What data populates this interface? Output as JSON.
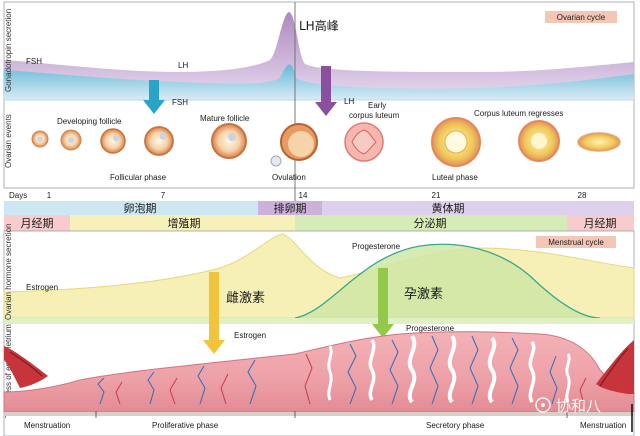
{
  "top_panel": {
    "badge": "Ovarian cycle",
    "y_axis_hormones": "Gonadotropin secretion",
    "y_axis_events": "Ovarian events",
    "fsh_left": "FSH",
    "lh_left": "LH",
    "lh_peak": "LH高峰",
    "fsh_arrow": "FSH",
    "lh_arrow": "LH",
    "developing_follicle": "Developing follicle",
    "mature_follicle": "Mature follicle",
    "early_corpus_luteum_1": "Early",
    "early_corpus_luteum_2": "corpus luteum",
    "corpus_luteum_regresses": "Corpus luteum regresses",
    "follicular_phase": "Follicular phase",
    "ovulation": "Ovulation",
    "luteal_phase": "Luteal phase"
  },
  "days": {
    "label": "Days",
    "ticks": [
      "1",
      "7",
      "14",
      "21",
      "28"
    ]
  },
  "phase_bands": {
    "follicular": "卵泡期",
    "ovulatory": "排卵期",
    "luteal": "黄体期",
    "menstrual_left": "月经期",
    "proliferative": "增殖期",
    "secretory": "分泌期",
    "menstrual_right": "月经期"
  },
  "bottom_panel": {
    "badge": "Menstrual cycle",
    "y_axis_hormones": "Ovarian hormone secretion",
    "y_axis_endometrium": "Thickness of endometrium",
    "estrogen_left": "Estrogen",
    "progesterone_curve": "Progesterone",
    "estrogen_cn": "雌激素",
    "progesterone_cn": "孕激素",
    "estrogen_arrow": "Estrogen",
    "progesterone_arrow": "Progesterone",
    "menstruation_left": "Menstruation",
    "proliferative_phase": "Proliferative phase",
    "secretory_phase": "Secretory phase",
    "menstruation_right": "Menstruation"
  },
  "watermark": "协和八",
  "colors": {
    "lh": "#b088c0",
    "fsh": "#6fc4dc",
    "estrogen_band": "#f6efb6",
    "progesterone_band": "#cfe6a6",
    "tissue": "#f1a5ab",
    "badge": "#f3c6b6",
    "band_blue": "#cde7f2",
    "band_purple": "#ddd0ec",
    "band_yellow": "#f7f0b8",
    "band_green": "#d6ecb6",
    "band_pink": "#f8cccc"
  }
}
